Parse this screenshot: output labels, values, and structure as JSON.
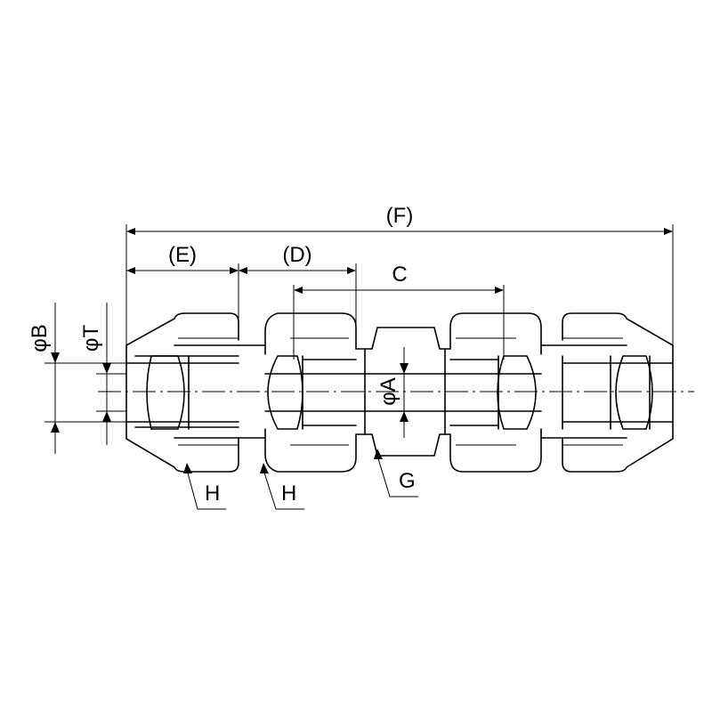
{
  "labels": {
    "F": "(F)",
    "E": "(E)",
    "D": "(D)",
    "C": "C",
    "phiB": "φB",
    "phiT": "φT",
    "phiA": "φA",
    "G": "G",
    "H1": "H",
    "H2": "H"
  }
}
